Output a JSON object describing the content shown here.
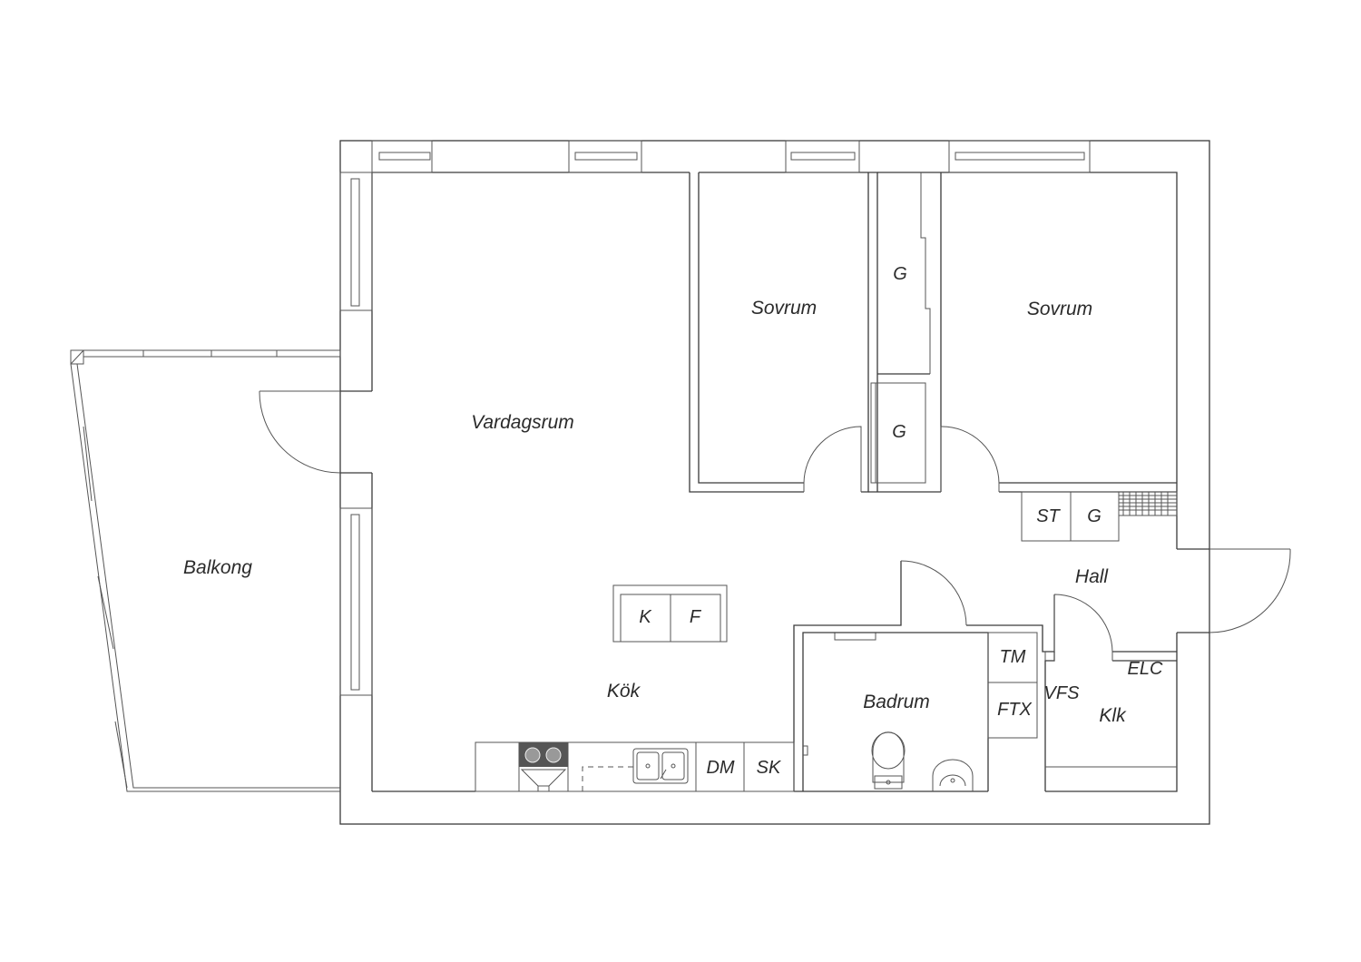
{
  "floorplan": {
    "rooms": {
      "balkong": "Balkong",
      "vardagsrum": "Vardagsrum",
      "sovrum1": "Sovrum",
      "sovrum2": "Sovrum",
      "kok": "Kök",
      "badrum": "Badrum",
      "hall": "Hall",
      "klk": "Klk"
    },
    "fixtures": {
      "g1": "G",
      "g2": "G",
      "g3": "G",
      "st": "ST",
      "k": "K",
      "f": "F",
      "dm": "DM",
      "sk": "SK",
      "tm": "TM",
      "ftx": "FTX",
      "vfs": "VFS",
      "elc": "ELC"
    }
  }
}
